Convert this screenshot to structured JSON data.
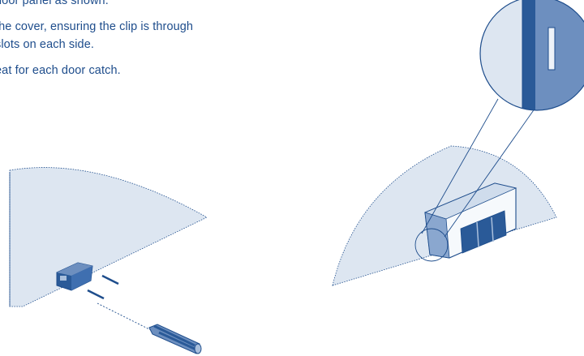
{
  "instructions": {
    "line1": "door panel as shown.",
    "line2a": "the cover, ensuring the clip is through",
    "line2b": "slots on each side.",
    "line3": "eat for each door catch."
  },
  "colors": {
    "ink": "#1e4d8c",
    "panel_fill": "#dde6f1",
    "dark_blue": "#2a5a98",
    "mid_blue": "#6d8fbf",
    "light_blue": "#a9bfdc"
  }
}
